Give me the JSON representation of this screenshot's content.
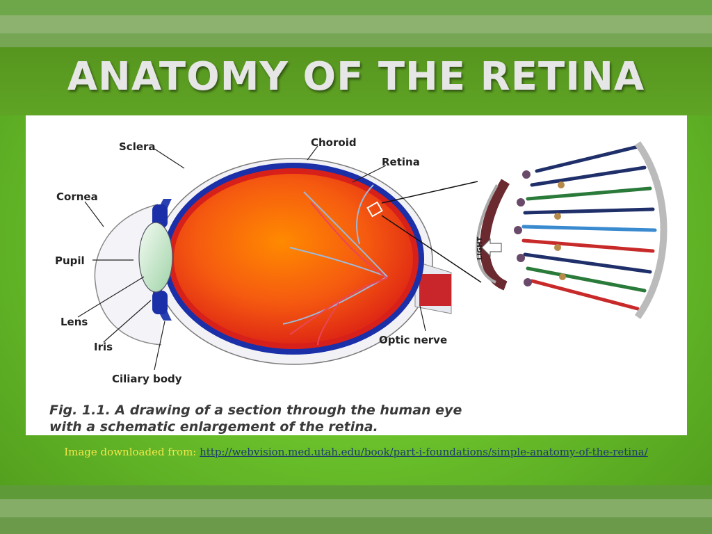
{
  "slide": {
    "title": "ANATOMY OF THE RETINA"
  },
  "figure": {
    "labels": {
      "sclera": "Sclera",
      "choroid": "Choroid",
      "retina": "Retina",
      "cornea": "Cornea",
      "pupil": "Pupil",
      "lens": "Lens",
      "iris": "Iris",
      "ciliary_body": "Ciliary body",
      "optic_nerve": "Optic nerve",
      "light": "LIGHT"
    },
    "caption_line1": "Fig. 1.1. A drawing of a section through the human eye",
    "caption_line2": "with a schematic enlargement of the retina."
  },
  "source": {
    "prefix": "Image downloaded from: ",
    "link": "http://webvision.med.utah.edu/book/part-i-foundations/simple-anatomy-of-the-retina/"
  },
  "colors": {
    "background_green": "#6cc32c",
    "title_text": "#e6e6e6",
    "eye_interior": "#f35a12",
    "choroid_blue": "#1a2fa8",
    "source_prefix": "#f2e84a"
  }
}
